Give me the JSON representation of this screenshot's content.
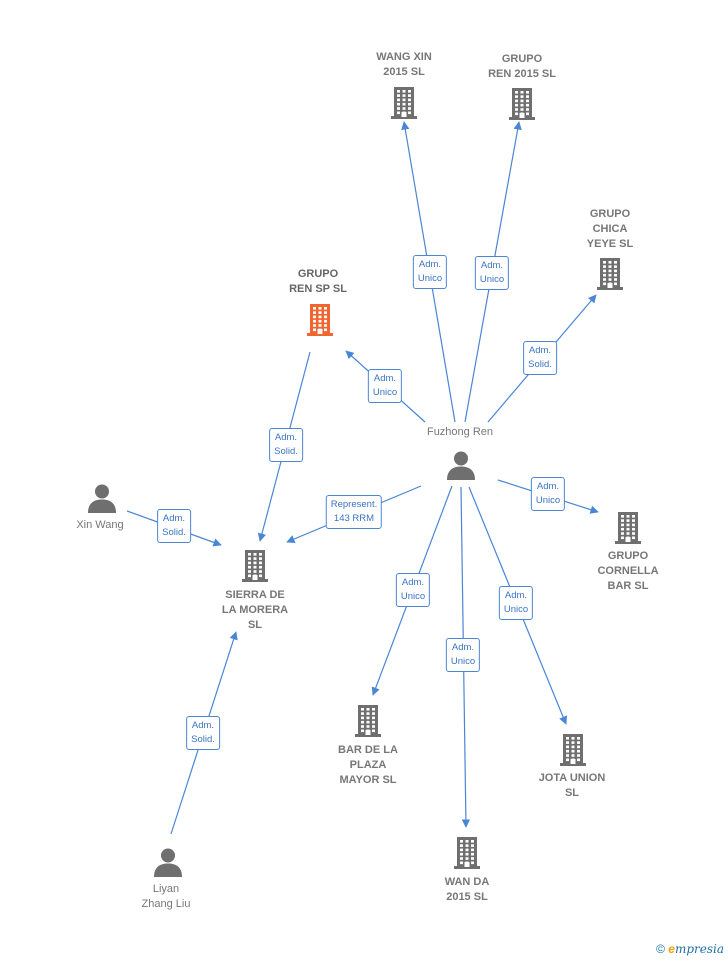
{
  "colors": {
    "edge": "#4a86d4",
    "icon": "#6f6f6f",
    "highlight": "#f26430"
  },
  "nodes": [
    {
      "id": "wang_xin",
      "type": "company",
      "label": "WANG XIN\n2015  SL",
      "icon": "building-icon"
    },
    {
      "id": "grupo_ren_2015",
      "type": "company",
      "label": "GRUPO\nREN 2015  SL",
      "icon": "building-icon"
    },
    {
      "id": "grupo_chica",
      "type": "company",
      "label": "GRUPO\nCHICA\nYEYE  SL",
      "icon": "building-icon"
    },
    {
      "id": "grupo_ren_sp",
      "type": "company",
      "label": "GRUPO\nREN SP  SL",
      "icon": "building-icon",
      "highlight": true
    },
    {
      "id": "fuzhong",
      "type": "person",
      "label": "Fuzhong Ren",
      "icon": "person-icon"
    },
    {
      "id": "xin_wang",
      "type": "person",
      "label": "Xin Wang",
      "icon": "person-icon"
    },
    {
      "id": "sierra",
      "type": "company",
      "label": "SIERRA DE\nLA MORERA\nSL",
      "icon": "building-icon"
    },
    {
      "id": "cornella",
      "type": "company",
      "label": "GRUPO\nCORNELLA\nBAR  SL",
      "icon": "building-icon"
    },
    {
      "id": "bar_plaza",
      "type": "company",
      "label": "BAR DE LA\nPLAZA\nMAYOR  SL",
      "icon": "building-icon"
    },
    {
      "id": "jota",
      "type": "company",
      "label": "JOTA UNION\nSL",
      "icon": "building-icon"
    },
    {
      "id": "liyan",
      "type": "person",
      "label": "Liyan\nZhang Liu",
      "icon": "person-icon"
    },
    {
      "id": "wan_da",
      "type": "company",
      "label": "WAN DA\n2015  SL",
      "icon": "building-icon"
    }
  ],
  "relations": [
    {
      "from": "fuzhong",
      "to": "wang_xin",
      "label": "Adm.\nUnico"
    },
    {
      "from": "fuzhong",
      "to": "grupo_ren_2015",
      "label": "Adm.\nUnico"
    },
    {
      "from": "fuzhong",
      "to": "grupo_chica",
      "label": "Adm.\nSolid."
    },
    {
      "from": "fuzhong",
      "to": "grupo_ren_sp",
      "label": "Adm.\nUnico"
    },
    {
      "from": "grupo_ren_sp",
      "to": "sierra",
      "label": "Adm.\nSolid."
    },
    {
      "from": "fuzhong",
      "to": "sierra",
      "label": "Represent.\n143 RRM"
    },
    {
      "from": "xin_wang",
      "to": "sierra",
      "label": "Adm.\nSolid."
    },
    {
      "from": "fuzhong",
      "to": "cornella",
      "label": "Adm.\nUnico"
    },
    {
      "from": "fuzhong",
      "to": "bar_plaza",
      "label": "Adm.\nUnico"
    },
    {
      "from": "fuzhong",
      "to": "wan_da",
      "label": "Adm.\nUnico"
    },
    {
      "from": "fuzhong",
      "to": "jota",
      "label": "Adm.\nUnico"
    },
    {
      "from": "liyan",
      "to": "sierra",
      "label": "Adm.\nSolid."
    }
  ],
  "footer": {
    "copyright": "©",
    "brand_initial": "e",
    "brand_rest": "mpresia"
  }
}
